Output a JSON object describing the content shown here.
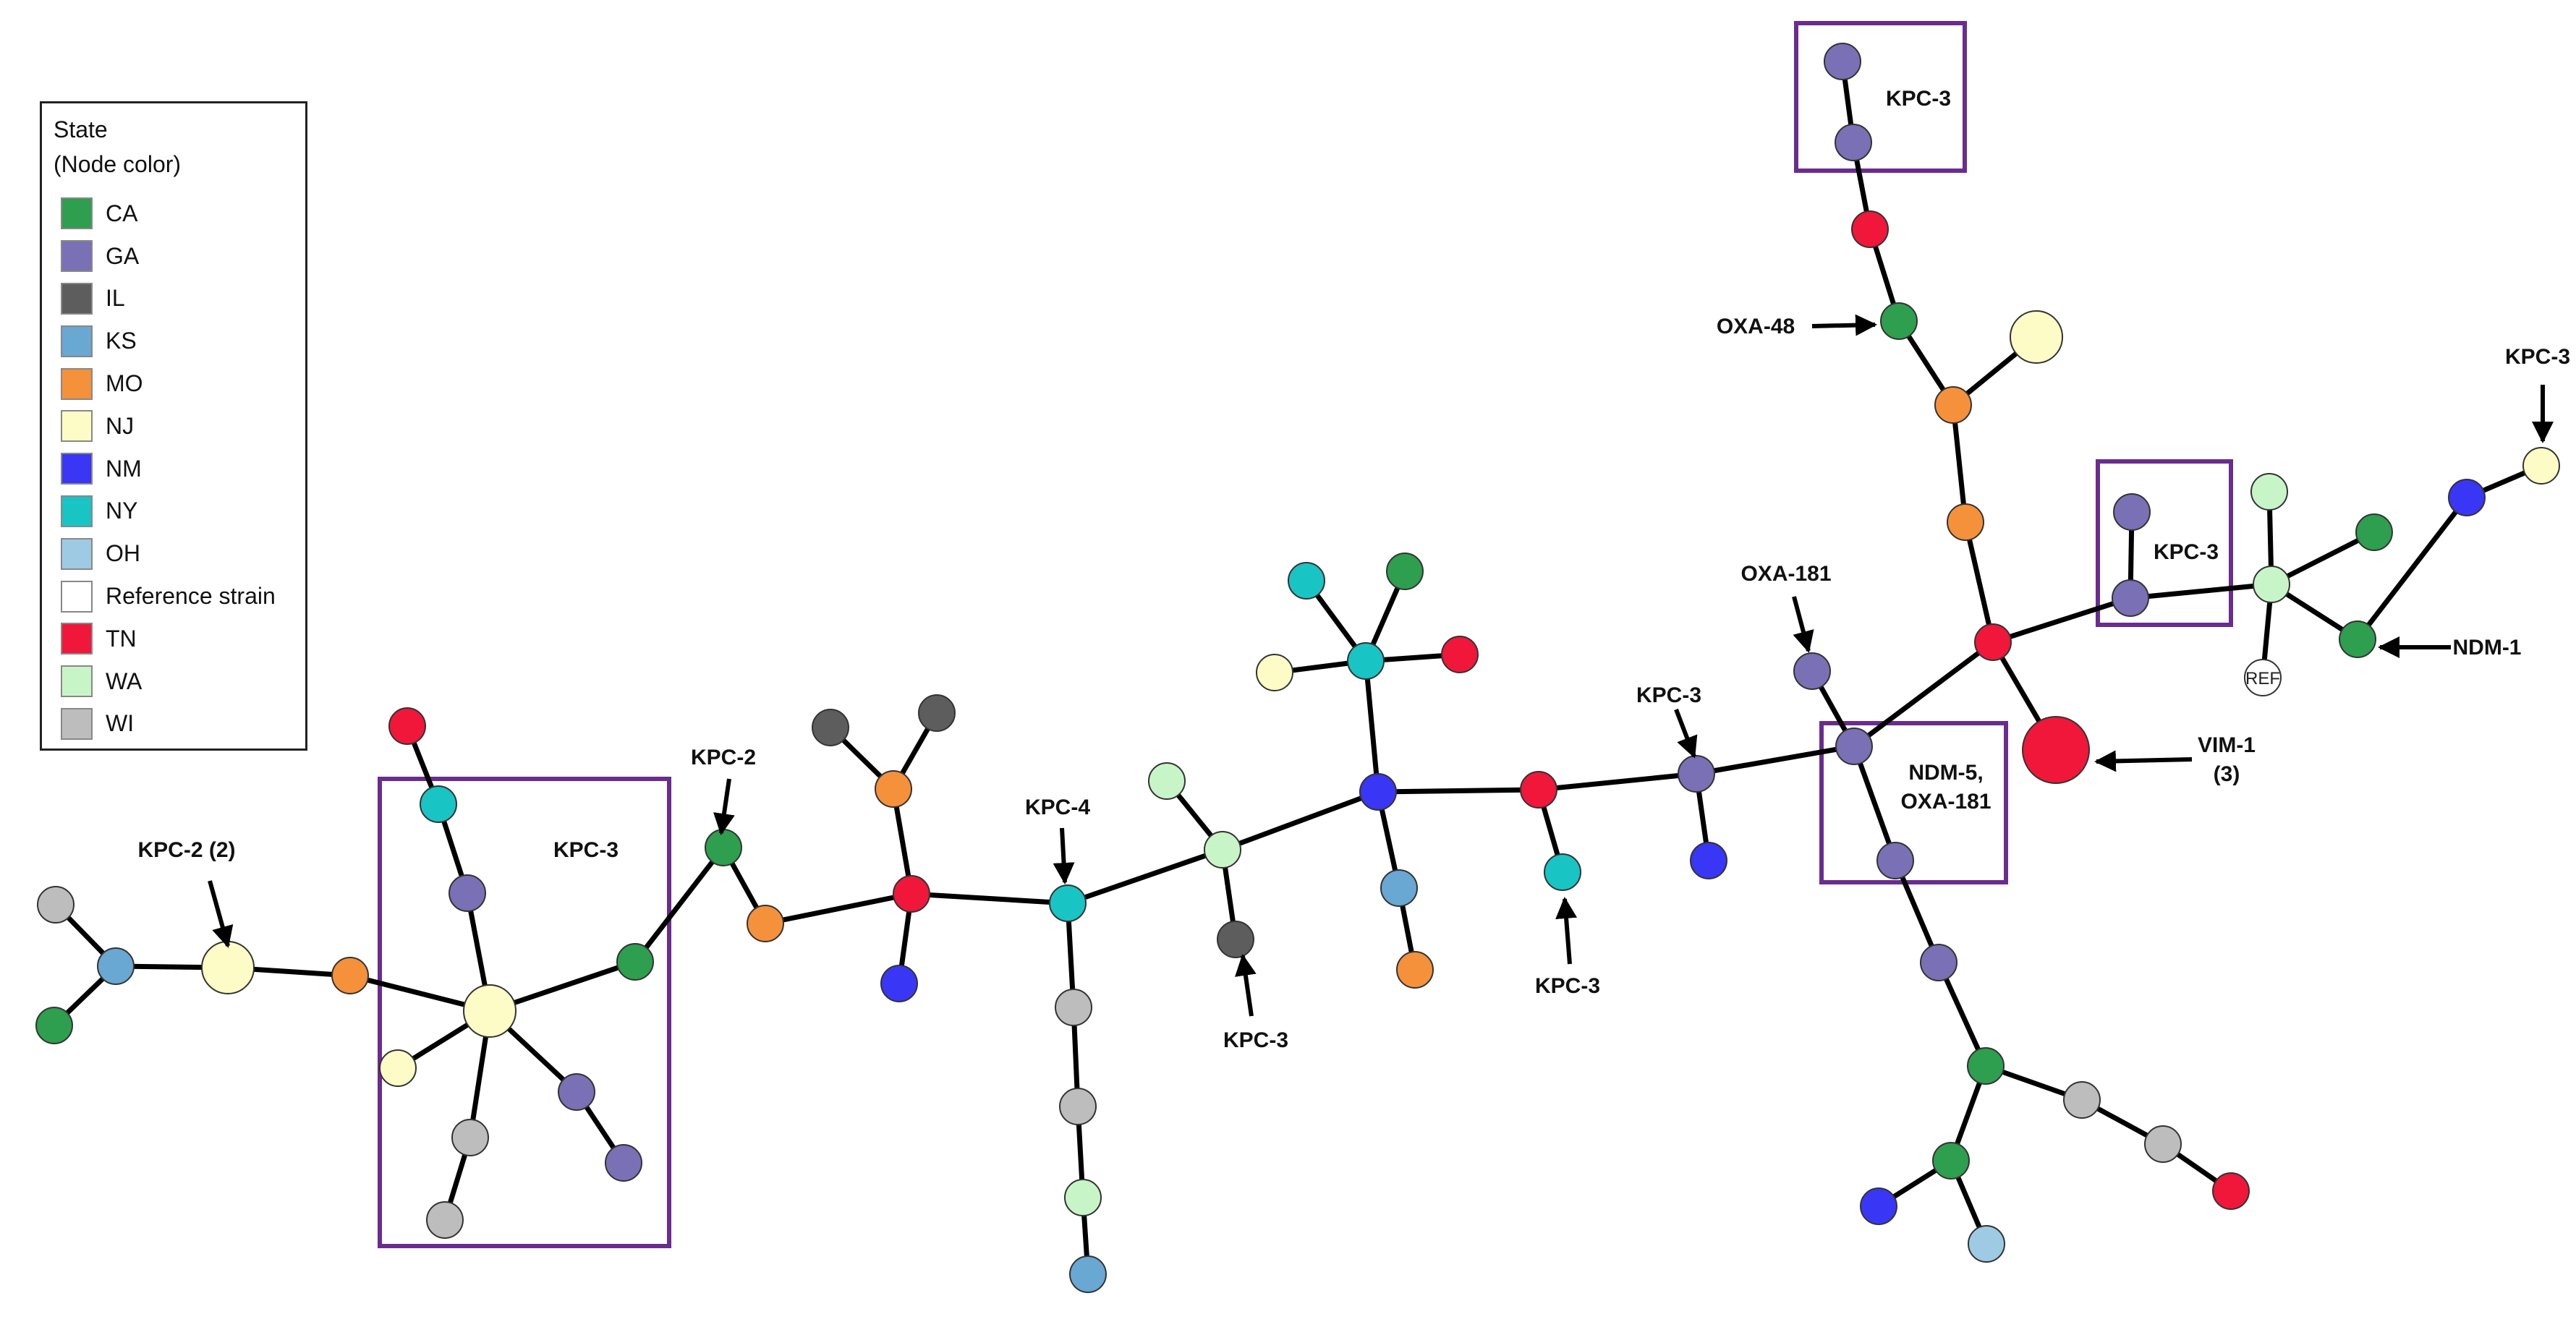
{
  "legend": {
    "title": "State",
    "subtitle": "(Node color)",
    "items": [
      {
        "code": "CA",
        "label": "CA",
        "color": "#2e9e4f"
      },
      {
        "code": "GA",
        "label": "GA",
        "color": "#7a70b5"
      },
      {
        "code": "IL",
        "label": "IL",
        "color": "#5d5d5d"
      },
      {
        "code": "KS",
        "label": "KS",
        "color": "#68a8d2"
      },
      {
        "code": "MO",
        "label": "MO",
        "color": "#f5913b"
      },
      {
        "code": "NJ",
        "label": "NJ",
        "color": "#fdfcc6"
      },
      {
        "code": "NM",
        "label": "NM",
        "color": "#3a36f5"
      },
      {
        "code": "NY",
        "label": "NY",
        "color": "#19c4c4"
      },
      {
        "code": "OH",
        "label": "OH",
        "color": "#9ecae4"
      },
      {
        "code": "REF",
        "label": "Reference strain",
        "color": "#ffffff"
      },
      {
        "code": "TN",
        "label": "TN",
        "color": "#f0173a"
      },
      {
        "code": "WA",
        "label": "WA",
        "color": "#c8f5c8"
      },
      {
        "code": "WI",
        "label": "WI",
        "color": "#bdbdbd"
      }
    ]
  },
  "reference_node_label": "REF",
  "nodes": [
    {
      "id": "n1",
      "state": "WI"
    },
    {
      "id": "n2",
      "state": "KS"
    },
    {
      "id": "n3",
      "state": "CA"
    },
    {
      "id": "n4",
      "state": "NJ",
      "size": "large"
    },
    {
      "id": "n5",
      "state": "MO"
    },
    {
      "id": "n6",
      "state": "TN"
    },
    {
      "id": "n7",
      "state": "NY"
    },
    {
      "id": "n8",
      "state": "GA"
    },
    {
      "id": "n9",
      "state": "NJ",
      "size": "large"
    },
    {
      "id": "n10",
      "state": "NJ"
    },
    {
      "id": "n11",
      "state": "WI"
    },
    {
      "id": "n12",
      "state": "WI"
    },
    {
      "id": "n13",
      "state": "GA"
    },
    {
      "id": "n14",
      "state": "GA"
    },
    {
      "id": "n15",
      "state": "CA"
    },
    {
      "id": "n16",
      "state": "CA"
    },
    {
      "id": "n17",
      "state": "MO"
    },
    {
      "id": "n18",
      "state": "TN"
    },
    {
      "id": "n19",
      "state": "MO"
    },
    {
      "id": "n20",
      "state": "IL"
    },
    {
      "id": "n21",
      "state": "IL"
    },
    {
      "id": "n22",
      "state": "NM"
    },
    {
      "id": "n23",
      "state": "NY"
    },
    {
      "id": "n24",
      "state": "WI"
    },
    {
      "id": "n25",
      "state": "WI"
    },
    {
      "id": "n26",
      "state": "WA"
    },
    {
      "id": "n27",
      "state": "KS"
    },
    {
      "id": "n28",
      "state": "WA"
    },
    {
      "id": "n29",
      "state": "WA"
    },
    {
      "id": "n30",
      "state": "IL"
    },
    {
      "id": "n31",
      "state": "NM"
    },
    {
      "id": "n32",
      "state": "NY"
    },
    {
      "id": "n33",
      "state": "NY"
    },
    {
      "id": "n34",
      "state": "CA"
    },
    {
      "id": "n35",
      "state": "NJ"
    },
    {
      "id": "n36",
      "state": "TN"
    },
    {
      "id": "n37",
      "state": "KS"
    },
    {
      "id": "n38",
      "state": "MO"
    },
    {
      "id": "n39",
      "state": "TN"
    },
    {
      "id": "n40",
      "state": "NY"
    },
    {
      "id": "n41",
      "state": "GA"
    },
    {
      "id": "n42",
      "state": "NM"
    },
    {
      "id": "n43",
      "state": "GA"
    },
    {
      "id": "n44",
      "state": "GA"
    },
    {
      "id": "n45",
      "state": "GA"
    },
    {
      "id": "n46",
      "state": "GA"
    },
    {
      "id": "n47",
      "state": "CA"
    },
    {
      "id": "n48",
      "state": "WI"
    },
    {
      "id": "n49",
      "state": "WI"
    },
    {
      "id": "n50",
      "state": "TN"
    },
    {
      "id": "n51",
      "state": "CA"
    },
    {
      "id": "n52",
      "state": "NM"
    },
    {
      "id": "n53",
      "state": "OH"
    },
    {
      "id": "n54",
      "state": "TN"
    },
    {
      "id": "n55",
      "state": "TN",
      "size": "xlarge"
    },
    {
      "id": "n56",
      "state": "MO"
    },
    {
      "id": "n57",
      "state": "MO"
    },
    {
      "id": "n58",
      "state": "NJ",
      "size": "large"
    },
    {
      "id": "n59",
      "state": "CA"
    },
    {
      "id": "n60",
      "state": "TN"
    },
    {
      "id": "n61",
      "state": "GA"
    },
    {
      "id": "n62",
      "state": "GA"
    },
    {
      "id": "n63",
      "state": "GA"
    },
    {
      "id": "n64",
      "state": "GA"
    },
    {
      "id": "n65",
      "state": "WA"
    },
    {
      "id": "n66",
      "state": "WA"
    },
    {
      "id": "n67",
      "state": "CA"
    },
    {
      "id": "n68",
      "state": "REF"
    },
    {
      "id": "n69",
      "state": "CA"
    },
    {
      "id": "n70",
      "state": "NM"
    },
    {
      "id": "n71",
      "state": "NJ"
    }
  ],
  "edges": [
    [
      "n1",
      "n2"
    ],
    [
      "n3",
      "n2"
    ],
    [
      "n2",
      "n4"
    ],
    [
      "n4",
      "n5"
    ],
    [
      "n5",
      "n9"
    ],
    [
      "n6",
      "n7"
    ],
    [
      "n7",
      "n8"
    ],
    [
      "n8",
      "n9"
    ],
    [
      "n9",
      "n10"
    ],
    [
      "n9",
      "n11"
    ],
    [
      "n11",
      "n12"
    ],
    [
      "n9",
      "n13"
    ],
    [
      "n13",
      "n14"
    ],
    [
      "n9",
      "n15"
    ],
    [
      "n15",
      "n16"
    ],
    [
      "n16",
      "n17"
    ],
    [
      "n17",
      "n18"
    ],
    [
      "n18",
      "n19"
    ],
    [
      "n19",
      "n20"
    ],
    [
      "n19",
      "n21"
    ],
    [
      "n18",
      "n22"
    ],
    [
      "n18",
      "n23"
    ],
    [
      "n23",
      "n24"
    ],
    [
      "n24",
      "n25"
    ],
    [
      "n25",
      "n26"
    ],
    [
      "n26",
      "n27"
    ],
    [
      "n23",
      "n28"
    ],
    [
      "n28",
      "n29"
    ],
    [
      "n28",
      "n30"
    ],
    [
      "n28",
      "n31"
    ],
    [
      "n31",
      "n37"
    ],
    [
      "n37",
      "n38"
    ],
    [
      "n31",
      "n32"
    ],
    [
      "n32",
      "n33"
    ],
    [
      "n32",
      "n34"
    ],
    [
      "n32",
      "n35"
    ],
    [
      "n32",
      "n36"
    ],
    [
      "n31",
      "n39"
    ],
    [
      "n39",
      "n40"
    ],
    [
      "n39",
      "n41"
    ],
    [
      "n41",
      "n42"
    ],
    [
      "n41",
      "n43"
    ],
    [
      "n43",
      "n44"
    ],
    [
      "n43",
      "n54"
    ],
    [
      "n43",
      "n45"
    ],
    [
      "n45",
      "n46"
    ],
    [
      "n46",
      "n47"
    ],
    [
      "n47",
      "n48"
    ],
    [
      "n48",
      "n49"
    ],
    [
      "n49",
      "n50"
    ],
    [
      "n47",
      "n51"
    ],
    [
      "n51",
      "n52"
    ],
    [
      "n51",
      "n53"
    ],
    [
      "n54",
      "n55"
    ],
    [
      "n54",
      "n56"
    ],
    [
      "n56",
      "n57"
    ],
    [
      "n57",
      "n58"
    ],
    [
      "n57",
      "n59"
    ],
    [
      "n59",
      "n60"
    ],
    [
      "n60",
      "n61"
    ],
    [
      "n61",
      "n62"
    ],
    [
      "n54",
      "n63"
    ],
    [
      "n63",
      "n64"
    ],
    [
      "n63",
      "n66"
    ],
    [
      "n66",
      "n65"
    ],
    [
      "n66",
      "n67"
    ],
    [
      "n66",
      "n68"
    ],
    [
      "n66",
      "n69"
    ],
    [
      "n69",
      "n70"
    ],
    [
      "n70",
      "n71"
    ]
  ],
  "annotations": [
    {
      "id": "kpc2-2",
      "lines": [
        "KPC-2 (2)"
      ]
    },
    {
      "id": "kpc3-box1",
      "lines": [
        "KPC-3"
      ]
    },
    {
      "id": "kpc2",
      "lines": [
        "KPC-2"
      ]
    },
    {
      "id": "kpc4",
      "lines": [
        "KPC-4"
      ]
    },
    {
      "id": "kpc3-a",
      "lines": [
        "KPC-3"
      ]
    },
    {
      "id": "kpc3-b",
      "lines": [
        "KPC-3"
      ]
    },
    {
      "id": "kpc3-c",
      "lines": [
        "KPC-3"
      ]
    },
    {
      "id": "oxa181",
      "lines": [
        "OXA-181"
      ]
    },
    {
      "id": "ndm5",
      "lines": [
        "NDM-5,",
        "OXA-181"
      ]
    },
    {
      "id": "oxa48",
      "lines": [
        "OXA-48"
      ]
    },
    {
      "id": "kpc3-top",
      "lines": [
        "KPC-3"
      ]
    },
    {
      "id": "kpc3-box2",
      "lines": [
        "KPC-3"
      ]
    },
    {
      "id": "vim1",
      "lines": [
        "VIM-1",
        "(3)"
      ]
    },
    {
      "id": "ndm1",
      "lines": [
        "NDM-1"
      ]
    },
    {
      "id": "kpc3-right",
      "lines": [
        "KPC-3"
      ]
    }
  ]
}
